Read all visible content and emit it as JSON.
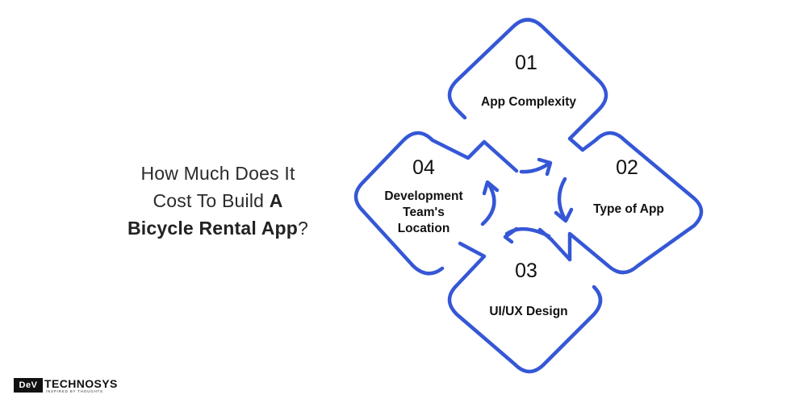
{
  "headline": {
    "line1": "How Much Does It",
    "line2_prefix": "Cost To Build ",
    "line2_bold": "A",
    "line3_bold": "Bicycle Rental App",
    "line3_suffix": "?"
  },
  "diagram": {
    "accent_color": "#3557d6",
    "nodes": [
      {
        "number": "01",
        "label": "App Complexity"
      },
      {
        "number": "02",
        "label": "Type of App"
      },
      {
        "number": "03",
        "label": "UI/UX Design"
      },
      {
        "number": "04",
        "label_lines": [
          "Development",
          "Team's",
          "Location"
        ]
      }
    ]
  },
  "logo": {
    "box_text": "DeV",
    "brand_text": "TECHNOSYS",
    "tagline": "INSPIRED BY THOUGHTS"
  }
}
